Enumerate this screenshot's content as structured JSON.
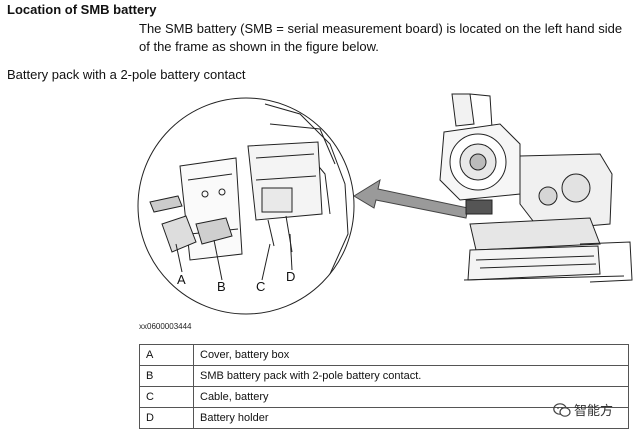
{
  "heading": "Location of SMB battery",
  "intro": "The SMB battery (SMB = serial measurement board) is located on the left hand side of the frame as shown in the figure below.",
  "subheading": "Battery pack with a 2-pole battery contact",
  "figure": {
    "code": "xx0600003444",
    "callouts": [
      "A",
      "B",
      "C",
      "D"
    ]
  },
  "legend": [
    {
      "key": "A",
      "desc": "Cover, battery box"
    },
    {
      "key": "B",
      "desc": "SMB battery pack with 2-pole battery contact."
    },
    {
      "key": "C",
      "desc": "Cable, battery"
    },
    {
      "key": "D",
      "desc": "Battery holder"
    }
  ],
  "watermark": "智能方",
  "watermark_icon": "wechat-icon"
}
